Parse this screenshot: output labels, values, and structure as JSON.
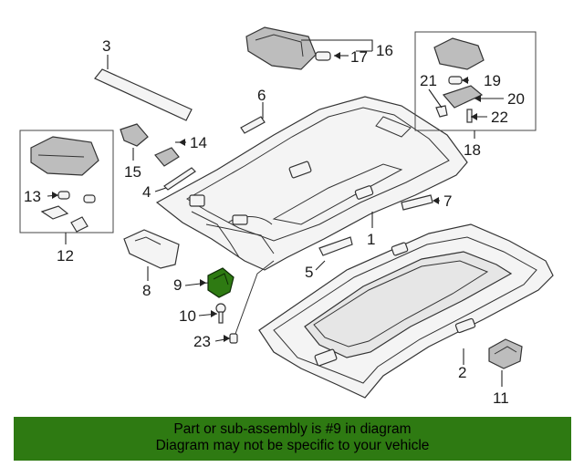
{
  "colors": {
    "banner_background": "#2e7a12",
    "highlight_part": "#2e7a12"
  },
  "callouts": {
    "c1": "1",
    "c2": "2",
    "c3": "3",
    "c4": "4",
    "c5": "5",
    "c6": "6",
    "c7": "7",
    "c8": "8",
    "c9": "9",
    "c10": "10",
    "c11": "11",
    "c12": "12",
    "c13": "13",
    "c14": "14",
    "c15": "15",
    "c16": "16",
    "c17": "17",
    "c18": "18",
    "c19": "19",
    "c20": "20",
    "c21": "21",
    "c22": "22",
    "c23": "23"
  },
  "highlighted_callout": "9",
  "banner": {
    "line1": "Part or sub-assembly is #9 in diagram",
    "line2": "Diagram may not be specific to your vehicle"
  }
}
